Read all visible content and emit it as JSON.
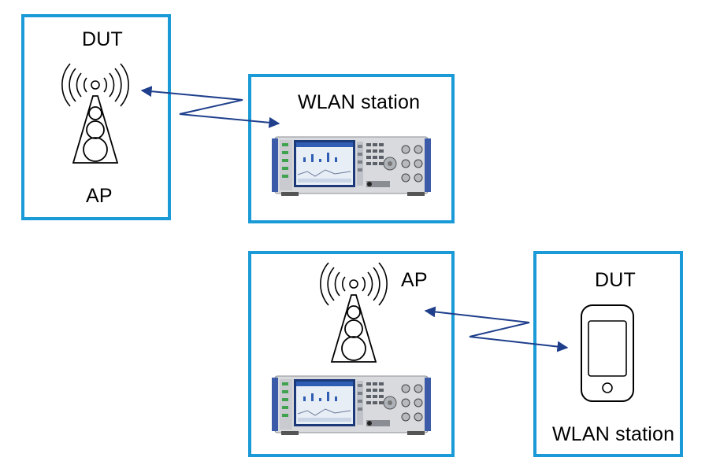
{
  "diagram": {
    "top_setup": {
      "dut_box": {
        "title": "DUT",
        "role": "AP"
      },
      "tester_box": {
        "title": "WLAN station"
      }
    },
    "bottom_setup": {
      "tester_box": {
        "title": "AP"
      },
      "dut_box": {
        "title": "DUT",
        "role": "WLAN station"
      }
    }
  },
  "colors": {
    "box_border": "#1a9ad6",
    "link_arrow": "#1f3f8c",
    "icon_stroke": "#000000",
    "instrument_body": "#d9dadd",
    "instrument_panel": "#3b5aa8",
    "instrument_screen": "#e8eef6"
  },
  "icons": [
    "antenna-tower-icon",
    "signal-waves-icon",
    "wlan-tester-instrument-icon",
    "smartphone-icon",
    "bidirectional-wireless-link-icon"
  ]
}
